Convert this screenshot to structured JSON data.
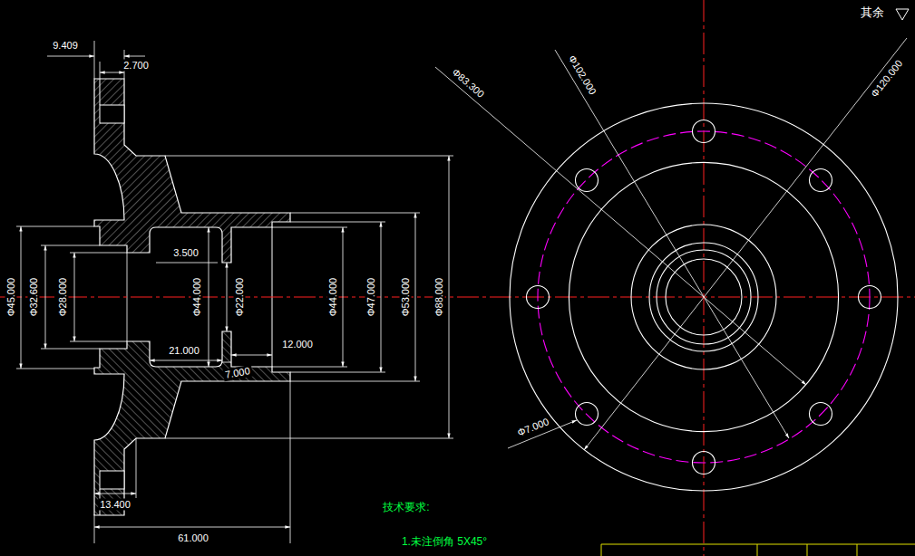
{
  "diagram": {
    "labels": [
      "9.409",
      "2.700",
      "Φ45.000",
      "Φ32.600",
      "Φ28.000",
      "3.500",
      "Φ44.000",
      "Φ22.000",
      "21.000",
      "7.000",
      "12.000",
      "Φ44.000",
      "Φ47.000",
      "Φ53.000",
      "Φ88.000",
      "13.400",
      "61.000",
      "Φ83.300",
      "Φ102.000",
      "Φ120.000",
      "Φ7.000",
      "其余",
      "技术要求:",
      "1.未注倒角 5X45°"
    ]
  }
}
